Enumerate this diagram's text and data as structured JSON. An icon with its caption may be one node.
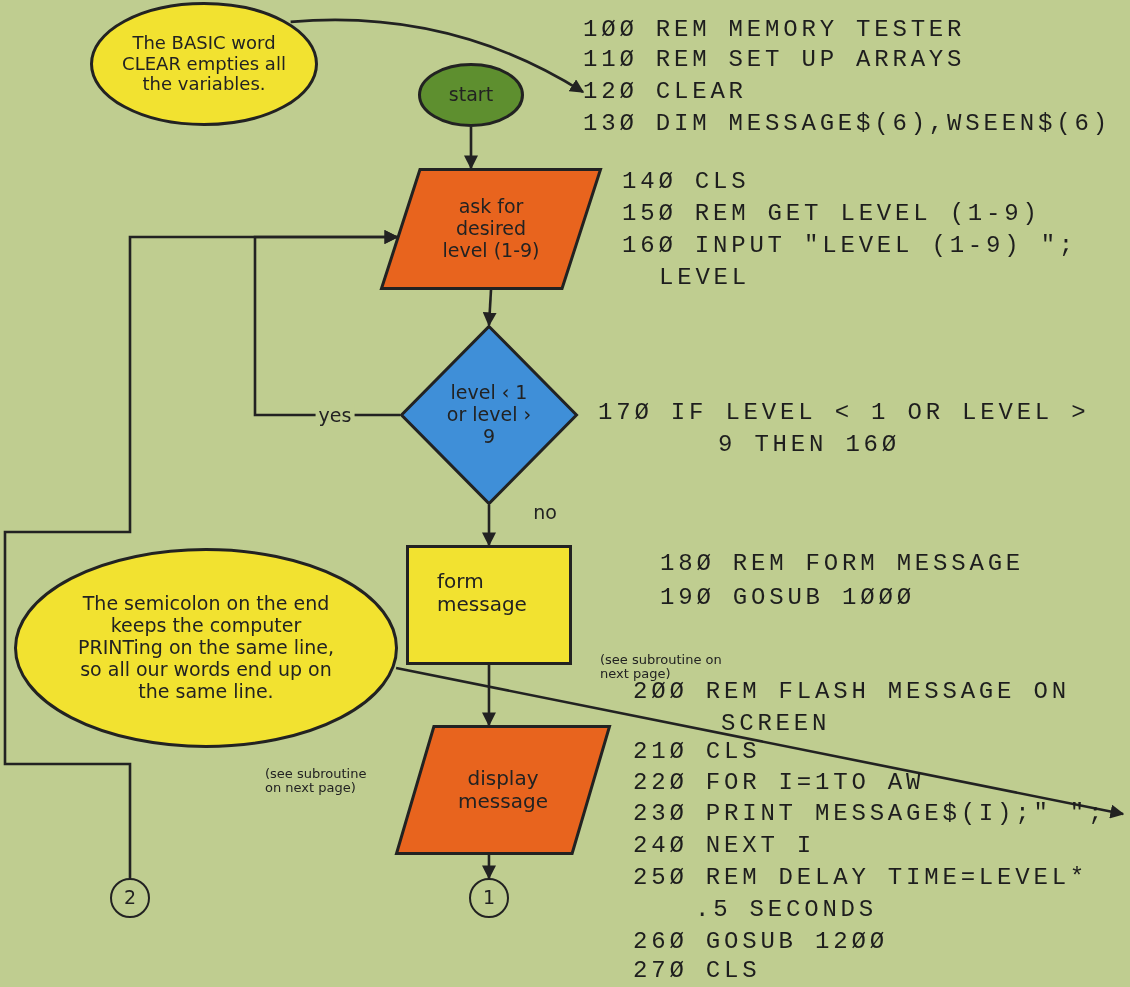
{
  "diagram": {
    "nodes": [
      {
        "text": [
          "The BASIC word CLEAR empties all the variables."
        ]
      },
      {
        "text": [
          "start"
        ]
      },
      {
        "text": [
          "ask for desired level (1-9)"
        ]
      },
      {
        "text": [
          "level ‹ 1 or level › 9"
        ]
      },
      {
        "text": [
          "form message"
        ],
        "beside": [
          "(see subroutine on next page)"
        ]
      },
      {
        "text": [
          "The semicolon on the end keeps the computer PRINTing on the same line, so all our words end up on the same line."
        ]
      },
      {
        "text": [
          "display message"
        ],
        "beside": [
          "(see subroutine on next page)"
        ]
      },
      {
        "text": [
          "2"
        ]
      },
      {
        "text": [
          "1"
        ]
      },
      {
        "text": [
          "12Ø CLEAR"
        ]
      },
      {
        "text": [
          "23Ø PRINT MESSAGE$(I);\" \";"
        ]
      }
    ],
    "edges": [
      {
        "from": 0,
        "to": 9,
        "arrow": "to"
      },
      {
        "from": 1,
        "to": 2,
        "arrow": "to"
      },
      {
        "from": 2,
        "to": 3,
        "arrow": "to"
      },
      {
        "from": 3,
        "to": 2,
        "arrow": "to",
        "label": "yes"
      },
      {
        "from": 3,
        "to": 4,
        "arrow": "to",
        "label": "no"
      },
      {
        "from": 4,
        "to": 6,
        "arrow": "to"
      },
      {
        "from": 6,
        "to": 8,
        "arrow": "to"
      },
      {
        "from": 7,
        "to": 2,
        "arrow": "to"
      },
      {
        "from": 5,
        "to": 10,
        "arrow": "to"
      }
    ],
    "labels": [
      "1ØØ REM MEMORY TESTER",
      "11Ø REM SET UP ARRAYS",
      "13Ø DIM MESSAGE$(6),WSEEN$(6)",
      "14Ø CLS",
      "15Ø REM GET LEVEL (1-9)",
      "16Ø INPUT \"LEVEL (1-9) \"; LEVEL",
      "17Ø IF LEVEL < 1 OR LEVEL > 9 THEN 16Ø",
      "18Ø REM FORM MESSAGE",
      "19Ø GOSUB 1ØØØ",
      "2ØØ REM FLASH MESSAGE ON SCREEN",
      "21Ø CLS",
      "22Ø FOR I=1TO AW",
      "24Ø NEXT I",
      "25Ø REM DELAY TIME=LEVEL* .5 SECONDS",
      "26Ø GOSUB 12ØØ",
      "27Ø CLS"
    ]
  }
}
